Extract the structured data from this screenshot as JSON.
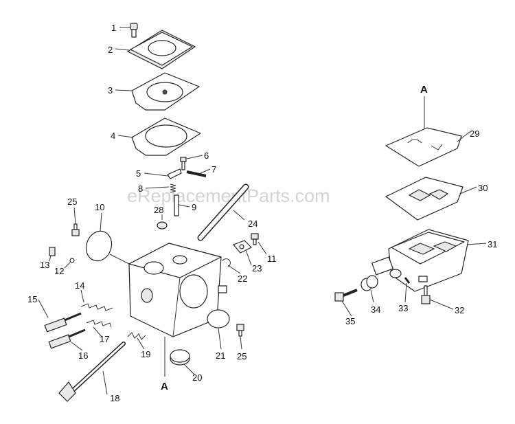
{
  "watermark": "eReplacementParts.com",
  "labels": [
    "1",
    "2",
    "3",
    "4",
    "5",
    "6",
    "7",
    "8",
    "9",
    "10",
    "11",
    "12",
    "13",
    "14",
    "15",
    "16",
    "17",
    "18",
    "19",
    "20",
    "21",
    "22",
    "23",
    "24",
    "25",
    "25",
    "28",
    "29",
    "30",
    "31",
    "32",
    "33",
    "34",
    "35"
  ],
  "detail_callouts": [
    "A",
    "A"
  ]
}
